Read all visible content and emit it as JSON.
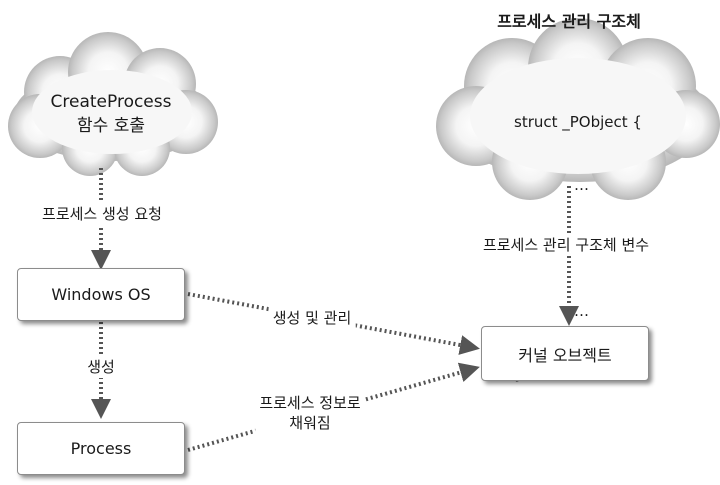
{
  "title": "프로세스 관리 구조체",
  "left_cloud": {
    "line1": "CreateProcess",
    "line2": "함수 호출"
  },
  "right_cloud": {
    "code_lines": [
      "struct _PObject {",
      "…",
      "…",
      "…",
      "};"
    ]
  },
  "boxes": {
    "windows_os": "Windows OS",
    "process": "Process",
    "kernel_object": "커널 오브젝트"
  },
  "edge_labels": {
    "request": "프로세스 생성 요청",
    "create": "생성",
    "struct_var": "프로세스 관리 구조체 변수",
    "create_manage": "생성 및 관리",
    "fill_line1": "프로세스 정보로",
    "fill_line2": "채워짐"
  }
}
